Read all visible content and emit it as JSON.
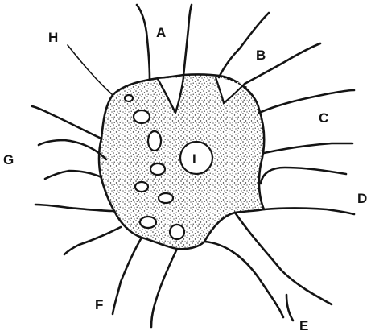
{
  "diagram": {
    "labels": {
      "a": "A",
      "b": "B",
      "c": "C",
      "d": "D",
      "e": "E",
      "f": "F",
      "g": "G",
      "h": "H",
      "nucleus": "I"
    }
  }
}
